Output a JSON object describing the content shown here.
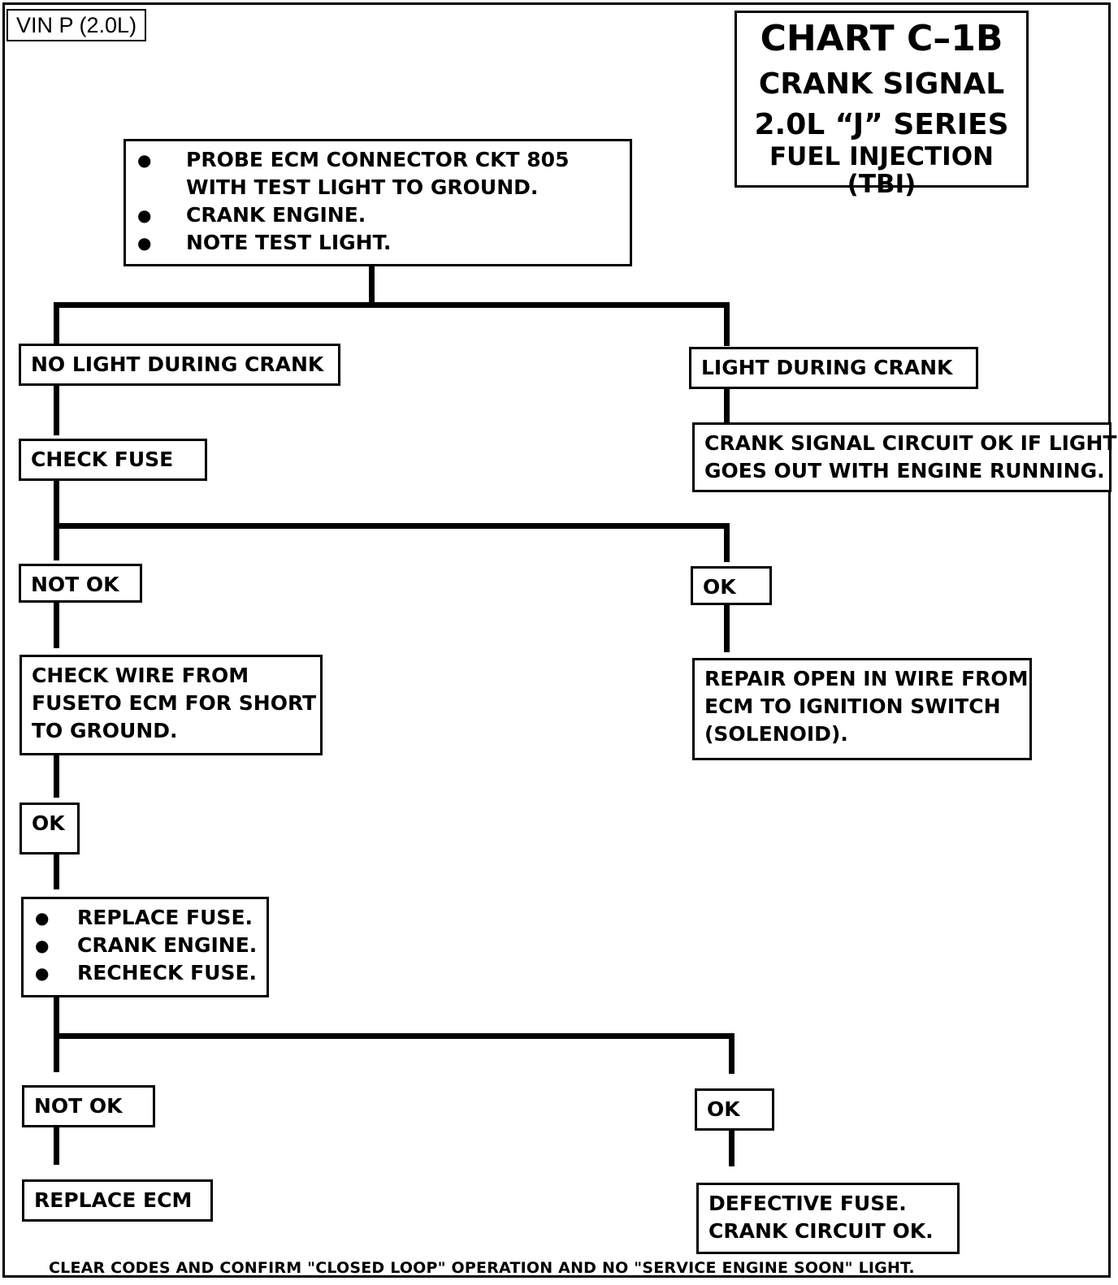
{
  "vin_label": "VIN P (2.0L)",
  "title": {
    "line1": "CHART C–1B",
    "line2": "CRANK SIGNAL",
    "line3": "2.0L “J” SERIES",
    "line4": "FUEL INJECTION (TBI)"
  },
  "steps": {
    "probe": [
      "PROBE ECM CONNECTOR CKT 805 WITH TEST LIGHT TO GROUND.",
      "CRANK ENGINE.",
      "NOTE TEST LIGHT."
    ],
    "no_light": "NO LIGHT DURING CRANK",
    "light": "LIGHT DURING CRANK",
    "crank_ok_lines": [
      "CRANK SIGNAL CIRCUIT OK IF LIGHT",
      "GOES OUT WITH ENGINE RUNNING."
    ],
    "check_fuse": "CHECK FUSE",
    "not_ok_1": "NOT OK",
    "ok_1": "OK",
    "check_wire_lines": [
      "CHECK WIRE FROM",
      "FUSETO ECM FOR SHORT",
      "TO GROUND."
    ],
    "repair_open_lines": [
      "REPAIR OPEN IN WIRE FROM",
      "ECM TO IGNITION SWITCH",
      "(SOLENOID)."
    ],
    "ok_2": "OK",
    "replace_fuse": [
      "REPLACE FUSE.",
      "CRANK ENGINE.",
      "RECHECK FUSE."
    ],
    "not_ok_3": "NOT OK",
    "ok_3": "OK",
    "replace_ecm": "REPLACE ECM",
    "defective_fuse_lines": [
      "DEFECTIVE FUSE.",
      "CRANK CIRCUIT OK."
    ]
  },
  "footer": "CLEAR CODES AND CONFIRM \"CLOSED LOOP\" OPERATION AND NO \"SERVICE ENGINE SOON\" LIGHT."
}
